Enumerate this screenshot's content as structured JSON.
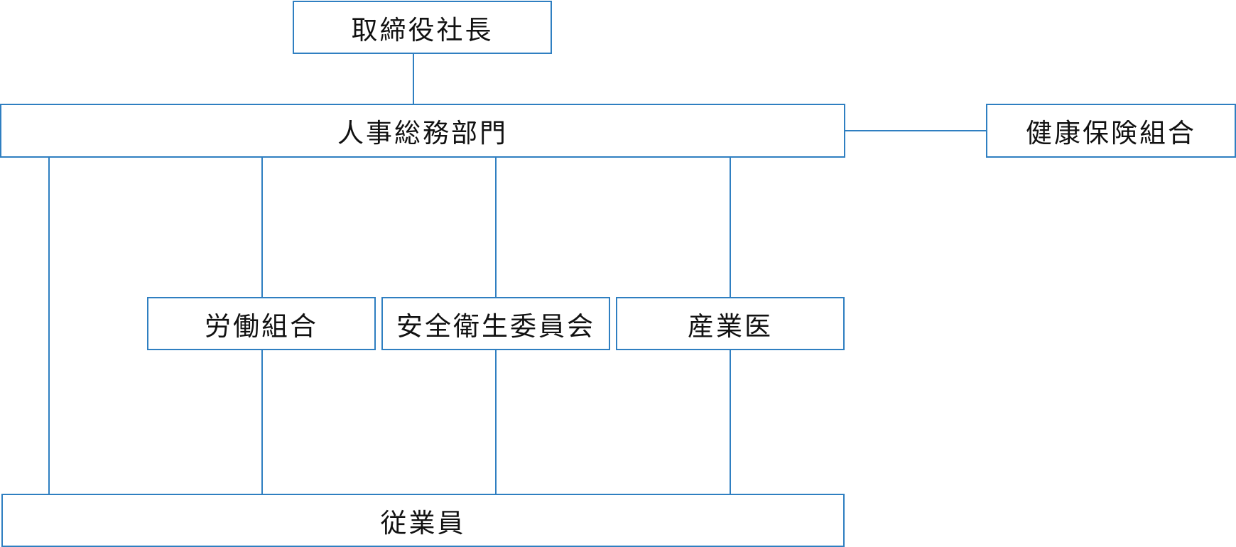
{
  "diagram": {
    "nodes": {
      "president": "取締役社長",
      "hr_general_affairs": "人事総務部門",
      "health_insurance": "健康保険組合",
      "labor_union": "労働組合",
      "safety_health_committee": "安全衛生委員会",
      "industrial_physician": "産業医",
      "employees": "従業員"
    }
  },
  "colors": {
    "line": "#2f7fc1",
    "text": "#111111",
    "background": "#ffffff"
  }
}
